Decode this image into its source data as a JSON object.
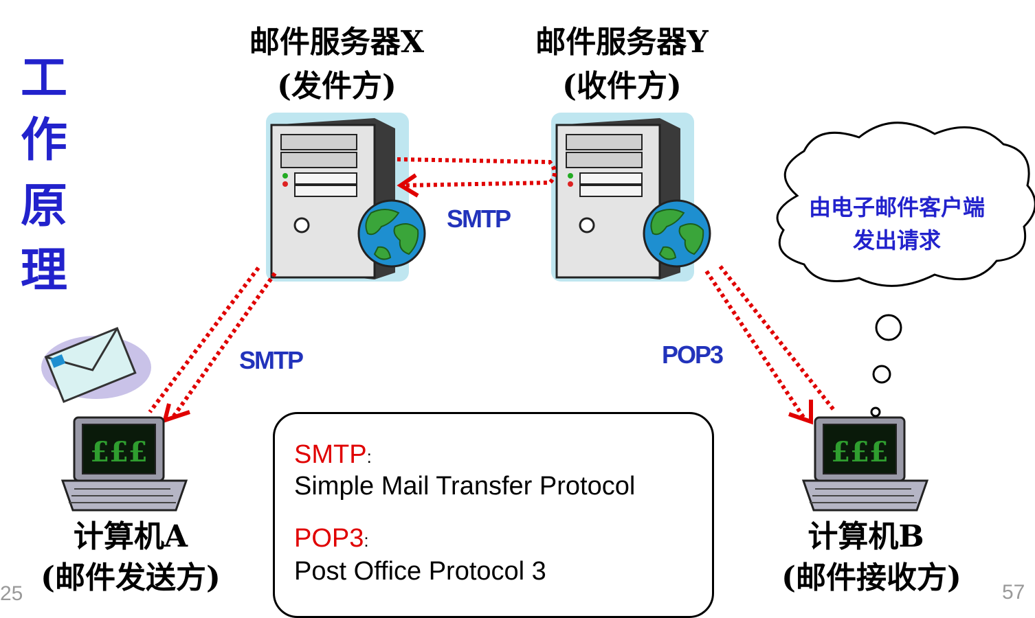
{
  "title_chars": [
    "工",
    "作",
    "原",
    "理"
  ],
  "server_x": {
    "line1": "邮件服务器X",
    "line2": "(发件方)"
  },
  "server_y": {
    "line1": "邮件服务器Y",
    "line2": "(收件方)"
  },
  "protocols": {
    "server_to_server": "SMTP",
    "a_to_x": "SMTP",
    "y_to_b": "POP3"
  },
  "computer_a": {
    "line1": "计算机A",
    "line2": "(邮件发送方)"
  },
  "computer_b": {
    "line1": "计算机B",
    "line2": "(邮件接收方)"
  },
  "cloud": {
    "line1": "由电子邮件客户端",
    "line2": "发出请求"
  },
  "legend": {
    "smtp_term": "SMTP",
    "smtp_sep": ":",
    "smtp_full": "Simple Mail Transfer Protocol",
    "pop3_term": "POP3",
    "pop3_sep": ":",
    "pop3_full": "Post Office Protocol 3"
  },
  "screen_symbols": "£££",
  "page_left": "25",
  "page_number": "57",
  "colors": {
    "title": "#2222cc",
    "arrow": "#e00000",
    "protocol": "#2233bb",
    "term": "#e00000"
  },
  "icons": [
    "server-icon",
    "globe-icon",
    "laptop-icon",
    "envelope-icon",
    "thought-cloud-icon"
  ]
}
